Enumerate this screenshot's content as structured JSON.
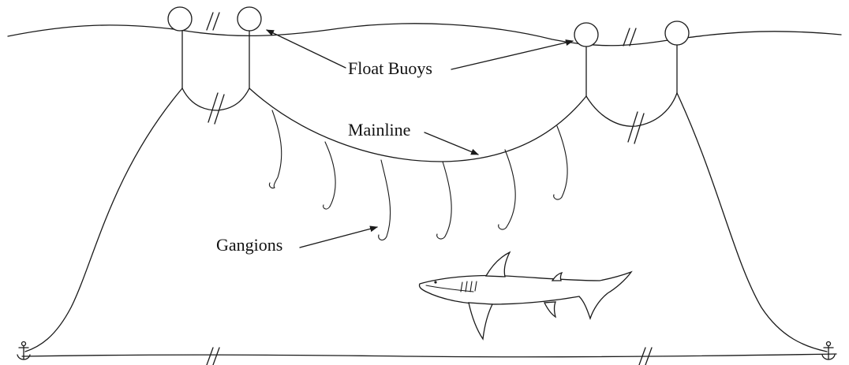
{
  "labels": {
    "float_buoys": "Float Buoys",
    "mainline": "Mainline",
    "gangions": "Gangions"
  },
  "colors": {
    "line": "#1a1a1a",
    "background": "#ffffff"
  }
}
